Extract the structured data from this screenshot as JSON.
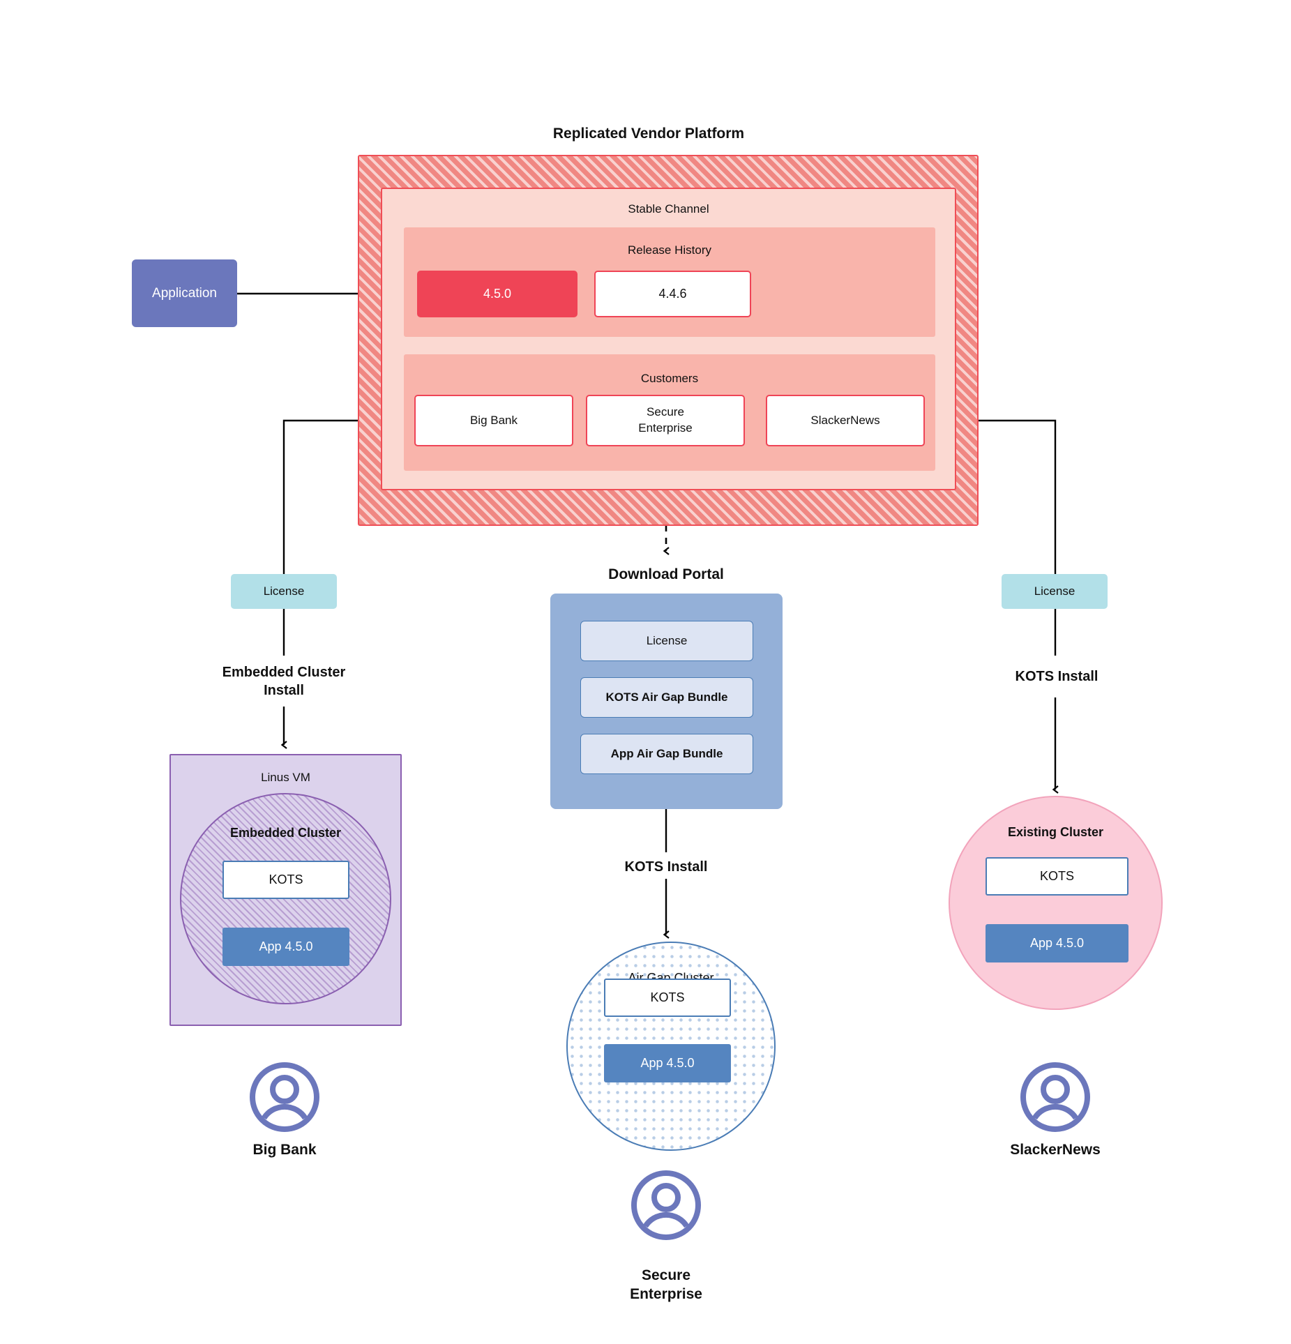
{
  "diagram": {
    "platform": {
      "title": "Replicated Vendor Platform",
      "channel_label": "Stable Channel",
      "release_history_label": "Release History",
      "releases": [
        {
          "version": "4.5.0",
          "state": "current"
        },
        {
          "version": "4.4.6",
          "state": "previous"
        }
      ],
      "customers_label": "Customers",
      "customers": [
        {
          "name": "Big Bank"
        },
        {
          "name": "Secure\nEnterprise"
        },
        {
          "name": "SlackerNews"
        }
      ]
    },
    "application_node": {
      "label": "Application"
    },
    "licenses": [
      {
        "label": "License"
      },
      {
        "label": "License"
      }
    ],
    "download_portal": {
      "title": "Download  Portal",
      "items": [
        {
          "label": "License"
        },
        {
          "label": "KOTS Air Gap Bundle"
        },
        {
          "label": "App Air Gap Bundle"
        }
      ]
    },
    "flows": {
      "left_install": "Embedded Cluster\nInstall",
      "center_install": "KOTS Install",
      "right_install": "KOTS Install"
    },
    "left_target": {
      "vm_label": "Linus VM",
      "cluster_label": "Embedded Cluster",
      "kots_label": "KOTS",
      "app_label": "App 4.5.0"
    },
    "center_target": {
      "cluster_label": "Air Gap Cluster",
      "kots_label": "KOTS",
      "app_label": "App 4.5.0"
    },
    "right_target": {
      "cluster_label": "Existing Cluster",
      "kots_label": "KOTS",
      "app_label": "App 4.5.0"
    },
    "personas": [
      {
        "name": "Big Bank"
      },
      {
        "name": "Secure\nEnterprise"
      },
      {
        "name": "SlackerNews"
      }
    ],
    "colors": {
      "platform_hatch": "#f08782",
      "platform_border": "#ef4e56",
      "channel_bg": "#fbd9d2",
      "panel_bg": "#f9b4ab",
      "release_current": "#ef4456",
      "application": "#6b77bc",
      "license": "#b2e0e8",
      "portal": "#94b0d8",
      "portal_item": "#dde4f3",
      "vm": "#dcd2ec",
      "vm_border": "#8a5fb0",
      "airgap_border": "#4a7cb5",
      "existing_cluster": "#fbccd9",
      "app_version": "#5585c0",
      "avatar": "#6b77bc",
      "connector": "#000000"
    }
  }
}
